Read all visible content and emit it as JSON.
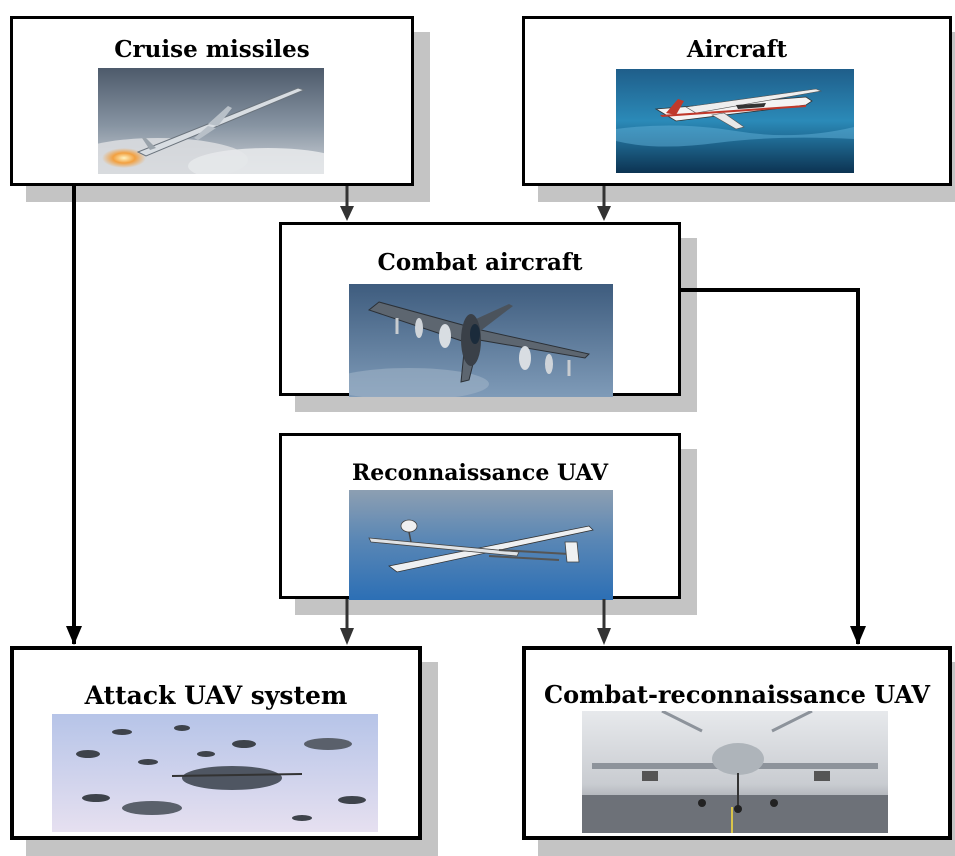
{
  "nodes": {
    "cruise_missiles": {
      "label": "Cruise missiles",
      "image": "cruise-missile-photo"
    },
    "aircraft": {
      "label": "Aircraft",
      "image": "light-aircraft-photo"
    },
    "combat_aircraft": {
      "label": "Combat aircraft",
      "image": "fighter-jet-photo"
    },
    "reconnaissance_uav": {
      "label": "Reconnaissance UAV",
      "image": "recon-drone-photo"
    },
    "attack_uav_system": {
      "label": "Attack UAV system",
      "image": "drone-swarm-photo"
    },
    "combat_reconnaissance_uav": {
      "label": "Combat-reconnaissance UAV",
      "image": "armed-drone-photo"
    }
  },
  "edges": [
    {
      "from": "cruise_missiles",
      "to": "combat_aircraft"
    },
    {
      "from": "cruise_missiles",
      "to": "attack_uav_system"
    },
    {
      "from": "aircraft",
      "to": "combat_aircraft"
    },
    {
      "from": "combat_aircraft",
      "to": "combat_reconnaissance_uav"
    },
    {
      "from": "reconnaissance_uav",
      "to": "attack_uav_system"
    },
    {
      "from": "reconnaissance_uav",
      "to": "combat_reconnaissance_uav"
    }
  ],
  "colors": {
    "border": "#000000",
    "shadow": "#c4c4c4",
    "arrow_main": "#000000",
    "arrow_short": "#333333"
  }
}
